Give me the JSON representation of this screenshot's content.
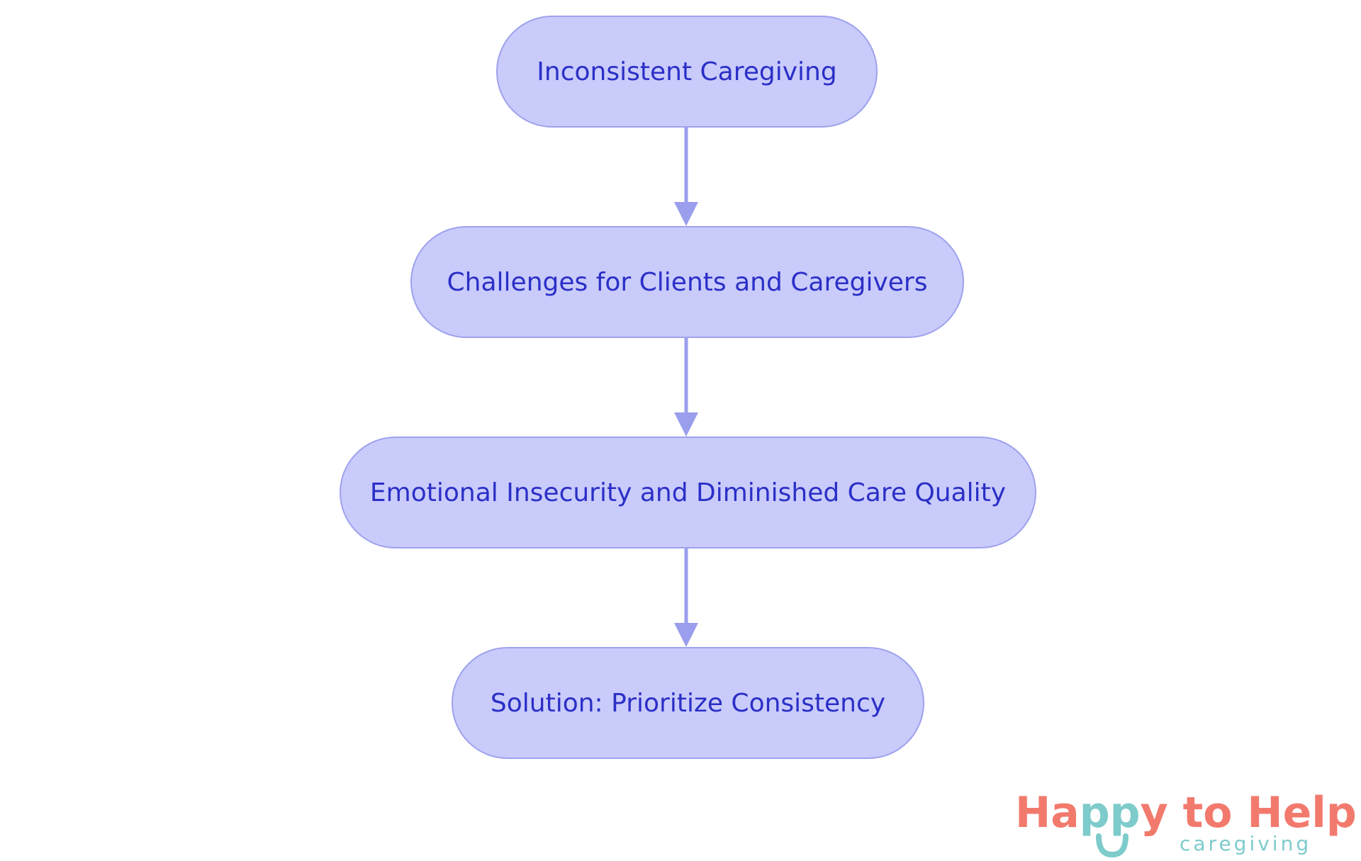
{
  "colors": {
    "node_fill": "#c9cbfb",
    "node_border": "#9ea2ec",
    "node_text": "#2b2fc6",
    "arrow": "#9a9eec",
    "logo_coral": "#f27a6d",
    "logo_teal": "#7ecbcb"
  },
  "flowchart": {
    "nodes": [
      {
        "label": "Inconsistent Caregiving"
      },
      {
        "label": "Challenges for Clients and Caregivers"
      },
      {
        "label": "Emotional Insecurity and Diminished Care Quality"
      },
      {
        "label": "Solution: Prioritize Consistency"
      }
    ],
    "edges": [
      {
        "from": 0,
        "to": 1
      },
      {
        "from": 1,
        "to": 2
      },
      {
        "from": 2,
        "to": 3
      }
    ]
  },
  "logo": {
    "part1": "Ha",
    "part2": "pp",
    "part3": "y to Help",
    "tagline": "caregiving"
  }
}
